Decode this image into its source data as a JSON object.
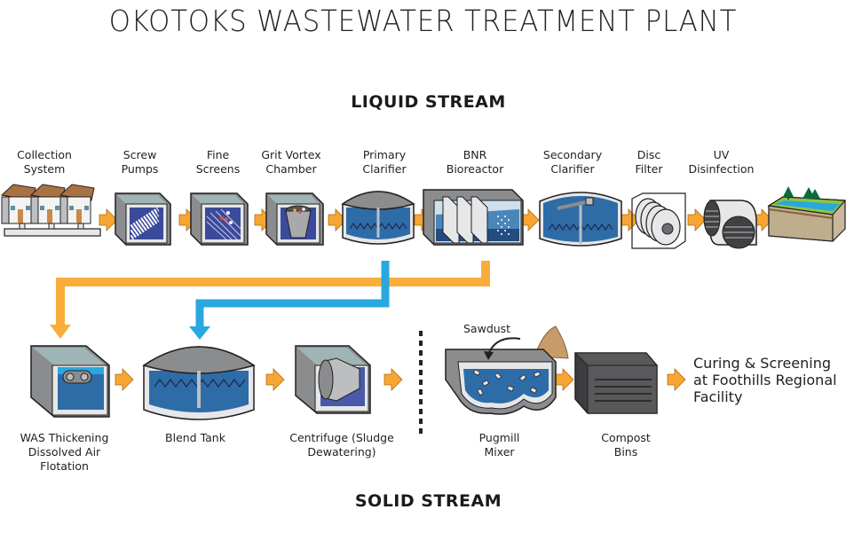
{
  "title": "OKOTOKS WASTEWATER TREATMENT PLANT",
  "colors": {
    "flow_arrow": "#f7a633",
    "sludge_line_orange": "#f9ae3c",
    "sludge_line_blue": "#29a8df",
    "water_blue": "#2e6ca8",
    "tank_gray": "#8a8c8e",
    "outline": "#231f20"
  },
  "liquid_stream": {
    "heading": "LIQUID STREAM",
    "steps": [
      {
        "label": "Collection\nSystem",
        "icon": "houses-icon"
      },
      {
        "label": "Screw\nPumps",
        "icon": "screw-pump-icon"
      },
      {
        "label": "Fine\nScreens",
        "icon": "fine-screen-icon"
      },
      {
        "label": "Grit Vortex\nChamber",
        "icon": "grit-vortex-icon"
      },
      {
        "label": "Primary\nClarifier",
        "icon": "primary-clarifier-icon"
      },
      {
        "label": "BNR\nBioreactor",
        "icon": "bioreactor-icon"
      },
      {
        "label": "Secondary\nClarifier",
        "icon": "secondary-clarifier-icon"
      },
      {
        "label": "Disc\nFilter",
        "icon": "disc-filter-icon"
      },
      {
        "label": "UV\nDisinfection",
        "icon": "uv-disinfection-icon"
      },
      {
        "label": "",
        "icon": "river-landscape-icon"
      }
    ]
  },
  "solid_stream": {
    "heading": "SOLID STREAM",
    "steps": [
      {
        "label": "WAS Thickening\nDissolved Air\nFlotation",
        "icon": "daf-tank-icon"
      },
      {
        "label": "Blend Tank",
        "icon": "blend-tank-icon"
      },
      {
        "label": "Centrifuge (Sludge\nDewatering)",
        "icon": "centrifuge-icon"
      },
      {
        "label": "Pugmill\nMixer",
        "icon": "pugmill-mixer-icon"
      },
      {
        "label": "Compost\nBins",
        "icon": "compost-bins-icon"
      }
    ],
    "sawdust_label": "Sawdust",
    "final_destination": "Curing & Screening\nat Foothills Regional\nFacility"
  }
}
